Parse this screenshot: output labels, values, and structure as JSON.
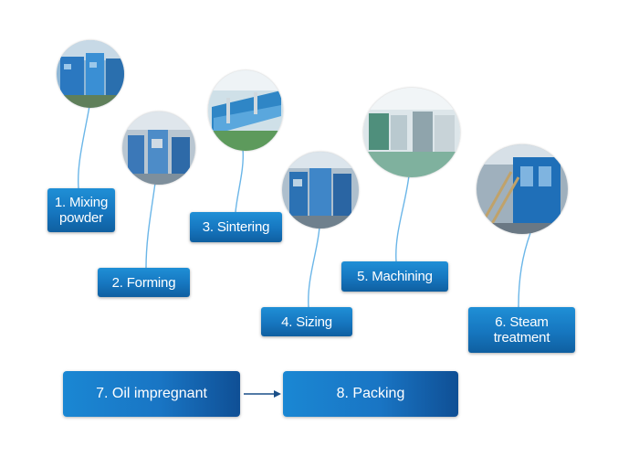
{
  "steps": [
    {
      "label": "1. Mixing\npowder"
    },
    {
      "label": "2. Forming"
    },
    {
      "label": "3. Sintering"
    },
    {
      "label": "4. Sizing"
    },
    {
      "label": "5. Machining"
    },
    {
      "label": "6. Steam\ntreatment"
    }
  ],
  "bottom": {
    "oil": "7. Oil impregnant",
    "packing": "8. Packing"
  },
  "colors": {
    "box_blue": "#1676bf",
    "connector": "#6bb6e8",
    "arrow": "#1a4f88"
  }
}
